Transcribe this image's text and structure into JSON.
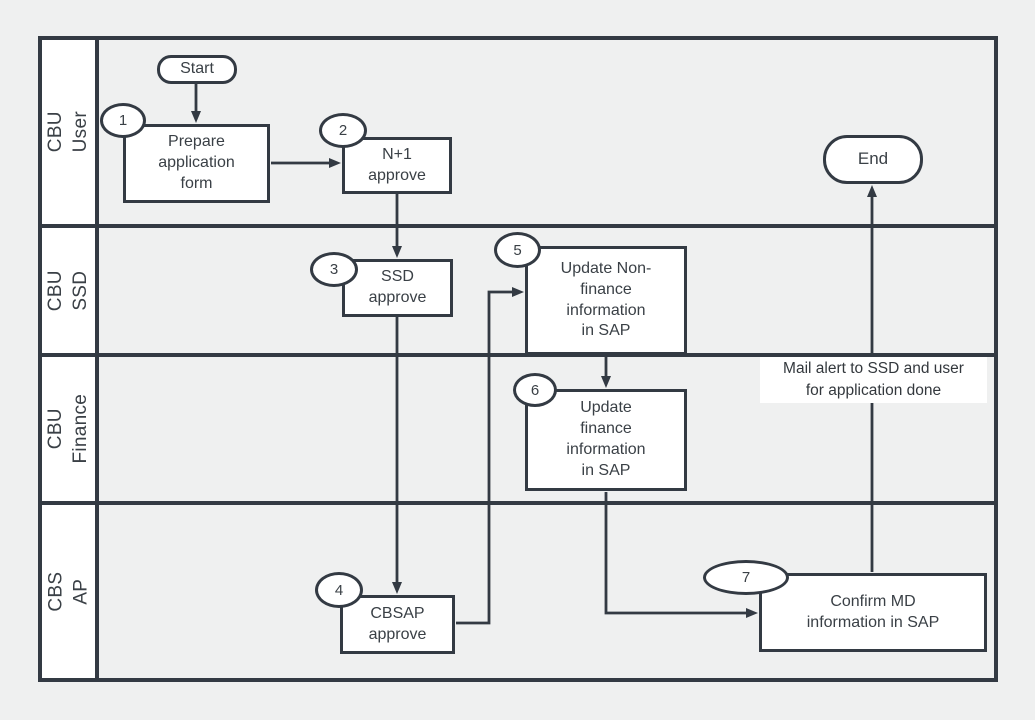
{
  "colors": {
    "background": "#eff0f0",
    "stroke": "#333a43",
    "node_fill": "#ffffff",
    "text": "#3a4046"
  },
  "lanes": [
    {
      "label": "CBU\nUser"
    },
    {
      "label": "CBU\nSSD"
    },
    {
      "label": "CBU\nFinance"
    },
    {
      "label": "CBS\nAP"
    }
  ],
  "nodes": {
    "start": {
      "label": "Start"
    },
    "end": {
      "label": "End"
    },
    "step1": {
      "number": "1",
      "label": "Prepare\napplication\nform"
    },
    "step2": {
      "number": "2",
      "label": "N+1\napprove"
    },
    "step3": {
      "number": "3",
      "label": "SSD\napprove"
    },
    "step4": {
      "number": "4",
      "label": "CBSAP\napprove"
    },
    "step5": {
      "number": "5",
      "label": "Update Non-\nfinance\ninformation\nin SAP"
    },
    "step6": {
      "number": "6",
      "label": "Update\nfinance\ninformation\nin SAP"
    },
    "step7": {
      "number": "7",
      "label": "Confirm MD\ninformation in SAP"
    }
  },
  "annotations": {
    "mail_note": "Mail alert to SSD and user\nfor application done"
  }
}
